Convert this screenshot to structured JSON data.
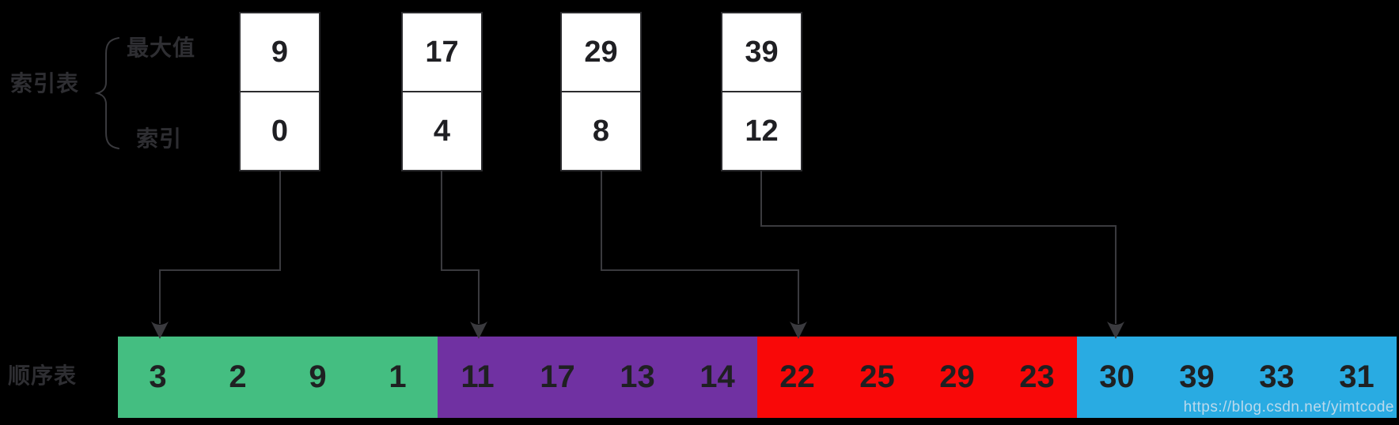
{
  "canvas": {
    "background": "#000000",
    "line_color": "#3A3A3E",
    "box_border_color": "#2B2B2E",
    "label_color": "#2E2E32"
  },
  "labels": {
    "index_table": "索引表",
    "max_value": "最大值",
    "index": "索引",
    "sequential_table": "顺序表"
  },
  "index_table": {
    "entries": [
      {
        "max": "9",
        "index": "0"
      },
      {
        "max": "17",
        "index": "4"
      },
      {
        "max": "29",
        "index": "8"
      },
      {
        "max": "39",
        "index": "12"
      }
    ]
  },
  "sequential_table": {
    "groups": [
      {
        "name": "block-1",
        "color": "#44BE81",
        "values": [
          "3",
          "2",
          "9",
          "1"
        ]
      },
      {
        "name": "block-2",
        "color": "#7031A2",
        "values": [
          "11",
          "17",
          "13",
          "14"
        ]
      },
      {
        "name": "block-3",
        "color": "#F90808",
        "values": [
          "22",
          "25",
          "29",
          "23"
        ]
      },
      {
        "name": "block-4",
        "color": "#29ABE2",
        "values": [
          "30",
          "39",
          "33",
          "31"
        ]
      }
    ]
  },
  "watermark": {
    "text": "https://blog.csdn.net/yimtcode",
    "color": "#CBDFEE"
  }
}
